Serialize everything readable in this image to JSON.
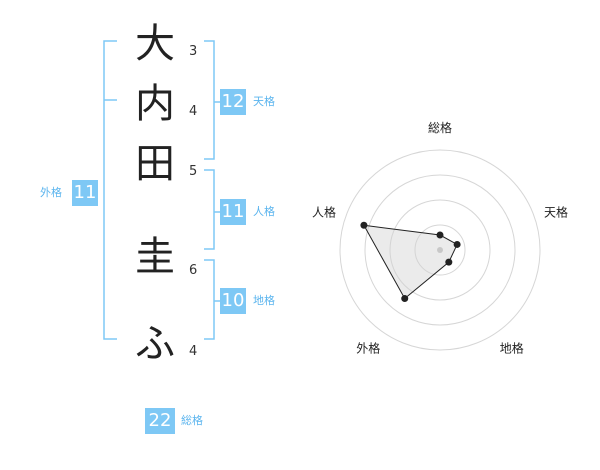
{
  "name": {
    "chars": [
      {
        "char": "大",
        "strokes": "3"
      },
      {
        "char": "内",
        "strokes": "4"
      },
      {
        "char": "田",
        "strokes": "5"
      },
      {
        "char": "圭",
        "strokes": "6"
      },
      {
        "char": "ふ",
        "strokes": "4"
      }
    ]
  },
  "kakusu": {
    "tenkaku": {
      "value": "12",
      "label": "天格"
    },
    "jinkaku": {
      "value": "11",
      "label": "人格"
    },
    "chikaku": {
      "value": "10",
      "label": "地格"
    },
    "gaikaku": {
      "value": "11",
      "label": "外格"
    },
    "soukaku": {
      "value": "22",
      "label": "総格"
    }
  },
  "colors": {
    "accent": "#7ec8f5",
    "bracket": "#7ec8f5",
    "label": "#5ab4ee"
  },
  "chart_data": {
    "type": "radar",
    "axes": [
      "総格",
      "天格",
      "地格",
      "外格",
      "人格"
    ],
    "values": [
      0.15,
      0.18,
      0.15,
      0.6,
      0.8
    ],
    "rings": 4,
    "grid": true
  }
}
